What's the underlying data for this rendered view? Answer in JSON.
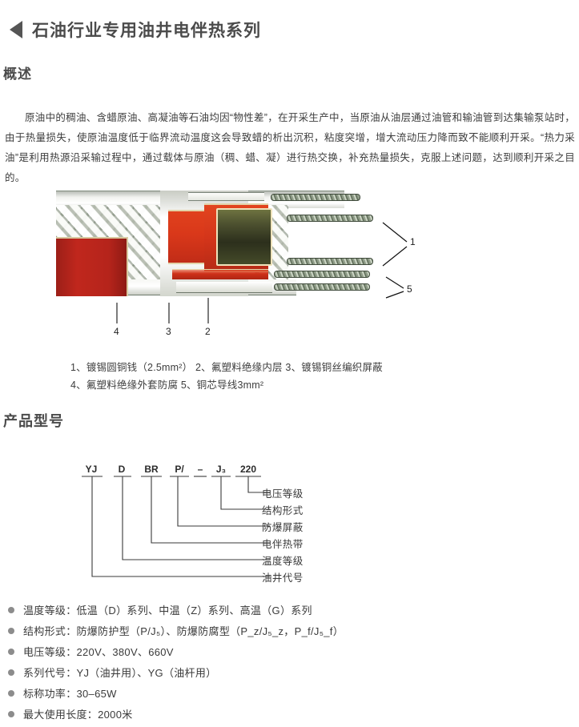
{
  "header": {
    "back_icon": "back-triangle-icon",
    "title": "石油行业专用油井电伴热系列"
  },
  "overview": {
    "heading": "概述",
    "paragraph": "原油中的稠油、含蜡原油、高凝油等石油均因“物性差”，在开采生产中，当原油从油层通过油管和输油管到达集输泵站时，由于热量损失，使原油温度低于临界流动温度这会导致蜡的析出沉积，粘度突增，增大流动压力降而致不能顺利开采。“热力采油”是利用热源沿采输过程中，通过载体与原油（稠、蜡、凝）进行热交换，补充热量损失，克服上述问题，达到顺利开采之目的。"
  },
  "cable_figure": {
    "alt": "油井电伴热带剖面结构图",
    "callouts": [
      {
        "num": "1",
        "position": "right-upper"
      },
      {
        "num": "5",
        "position": "right-lower"
      },
      {
        "num": "4",
        "position": "bottom-left"
      },
      {
        "num": "3",
        "position": "bottom-mid"
      },
      {
        "num": "2",
        "position": "bottom-right"
      }
    ],
    "legend_line1": "1、镀锡圆铜钱（2.5mm²） 2、氟塑料绝缘内层 3、镀锡铜丝编织屏蔽",
    "legend_line2": "4、氟塑料绝缘外套防腐 5、铜芯导线3mm²"
  },
  "model": {
    "heading": "产品型号",
    "tokens": [
      "YJ",
      "D",
      "BR",
      "P/",
      "–",
      "J₃",
      "220"
    ],
    "labels": [
      "电压等级",
      "结构形式",
      "防爆屏蔽",
      "电伴热带",
      "温度等级",
      "油井代号"
    ]
  },
  "specs": [
    "温度等级：低温（D）系列、中温（Z）系列、高温（G）系列",
    "结构形式：防爆防护型（P/J₅）、防爆防腐型（P_z/J₅_z，P_f/J₅_f）",
    "电压等级：220V、380V、660V",
    "系列代号：YJ（油井用）、YG（油杆用）",
    "标称功率：30–65W",
    "最大使用长度：2000米"
  ],
  "colors": {
    "text": "#3d3d3d",
    "heading": "#4b4b4b",
    "bullet": "#8c8c8c",
    "cable_red": "#c0271d",
    "cable_red_inner": "#d9381a",
    "cable_core_dark": "#2c2f1c",
    "cable_braid": "#e8eae4"
  }
}
